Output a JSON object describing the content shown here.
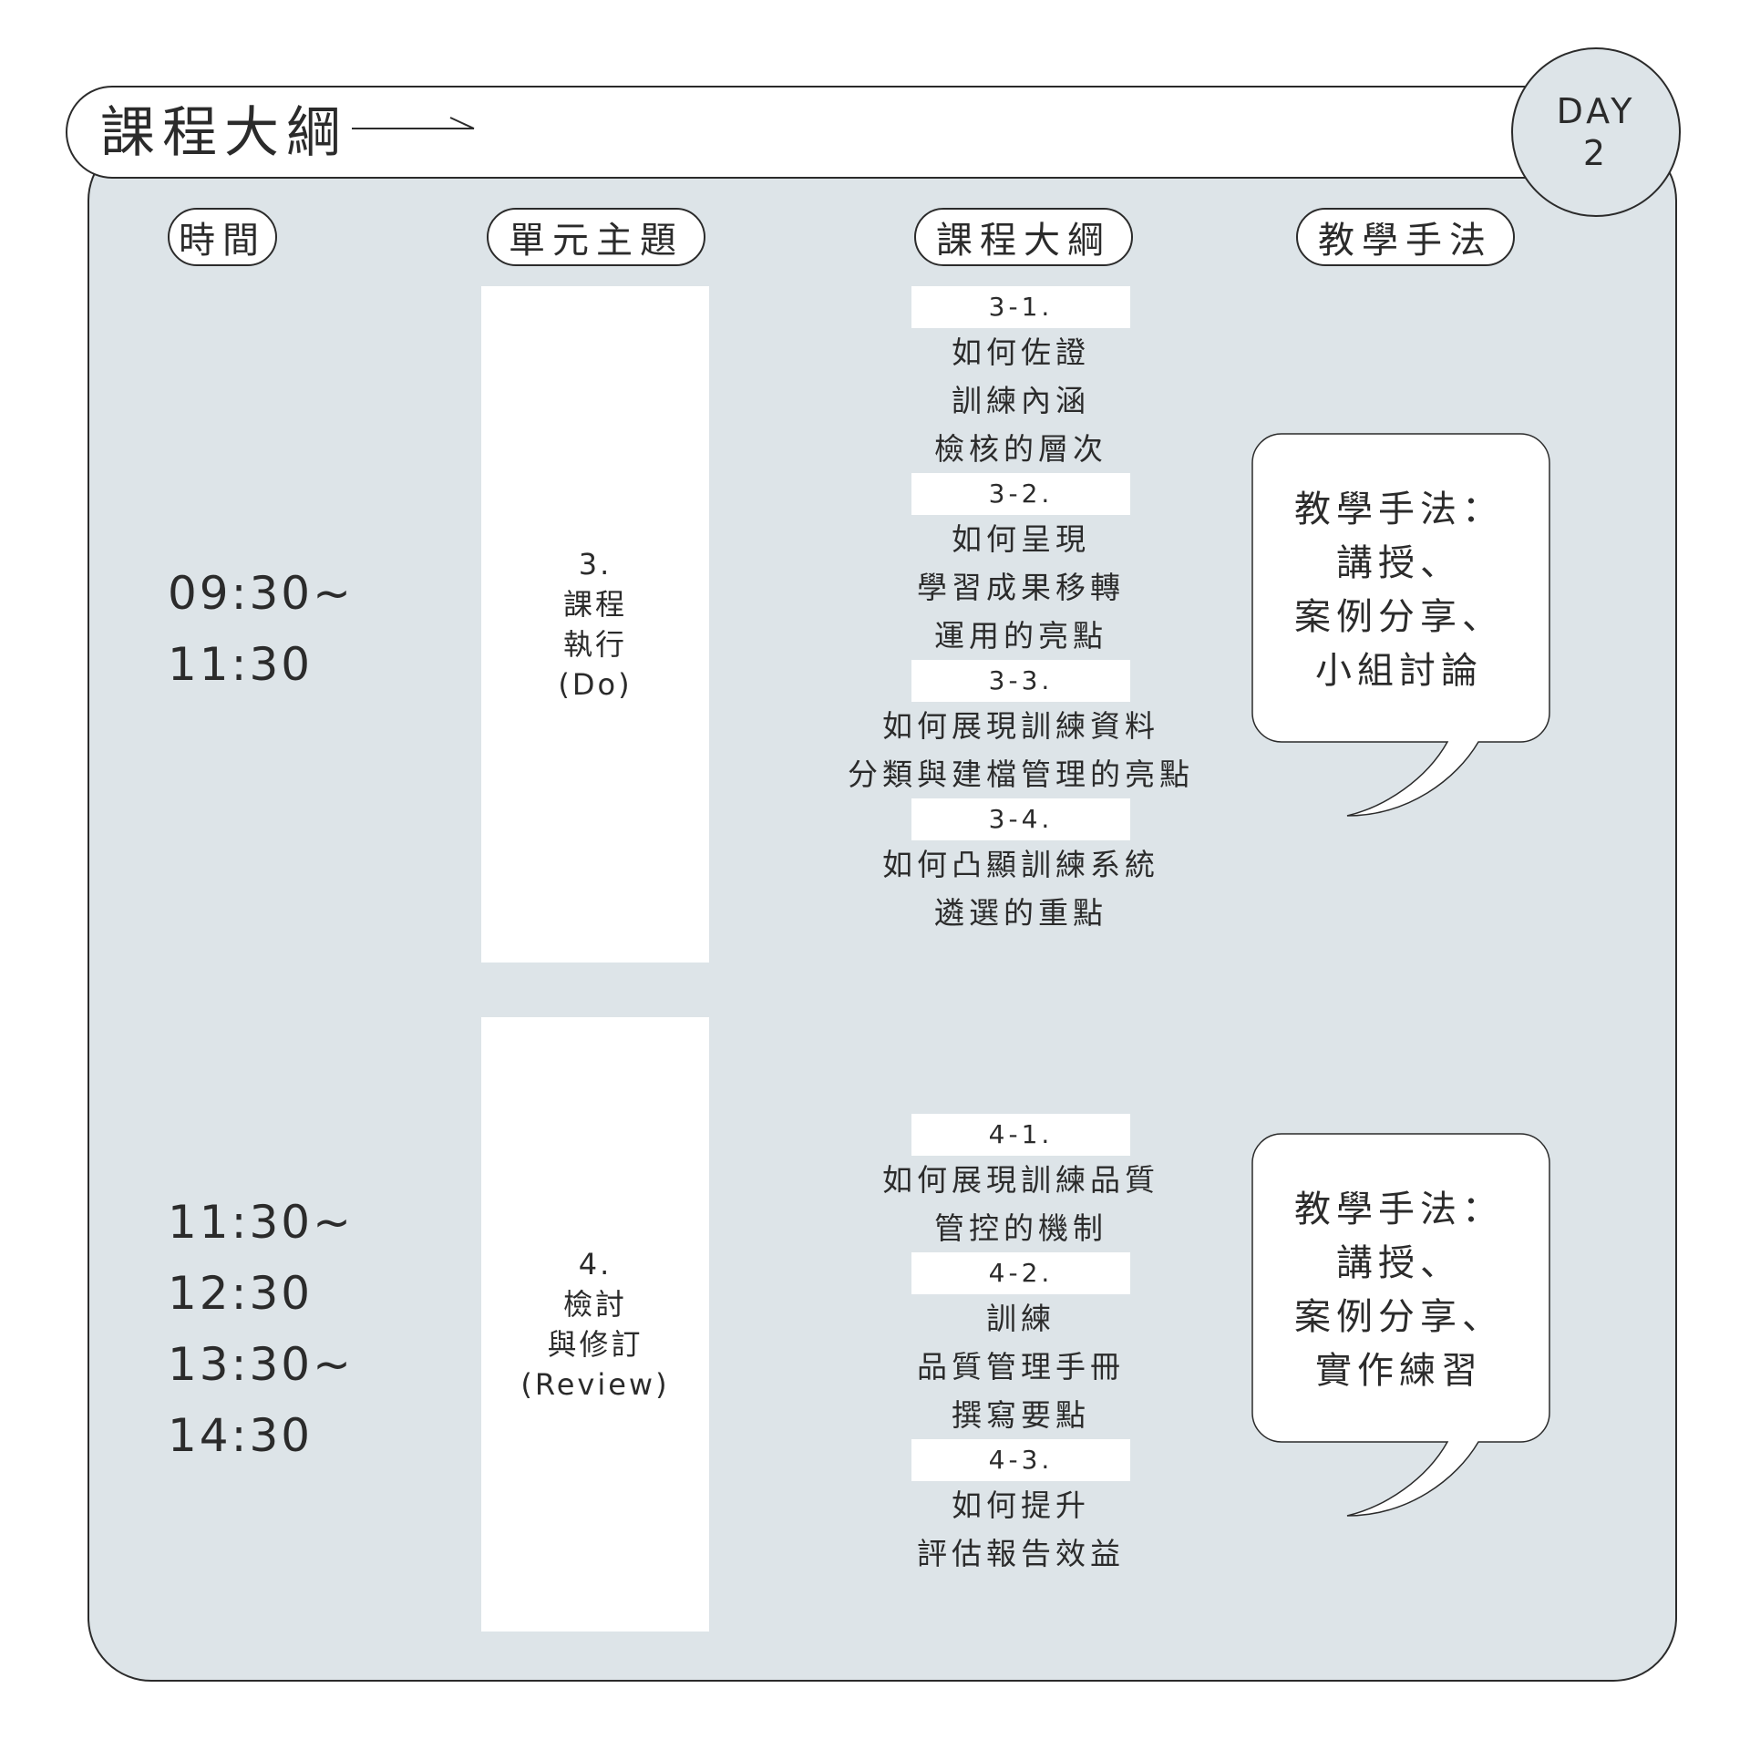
{
  "header": {
    "title": "課程大綱",
    "day_label": "DAY",
    "day_number": "2"
  },
  "columns": {
    "time": "時間",
    "topic": "單元主題",
    "outline": "課程大綱",
    "method": "教學手法"
  },
  "sessions": [
    {
      "time_lines": [
        "09:30~",
        "11:30"
      ],
      "topic_lines": [
        "3.",
        "課程",
        "執行",
        "(Do)"
      ],
      "outline": [
        {
          "num": "3-1.",
          "lines": [
            "如何佐證",
            "訓練內涵",
            "檢核的層次"
          ]
        },
        {
          "num": "3-2.",
          "lines": [
            "如何呈現",
            "學習成果移轉",
            "運用的亮點"
          ]
        },
        {
          "num": "3-3.",
          "lines": [
            "如何展現訓練資料",
            "分類與建檔管理的亮點"
          ]
        },
        {
          "num": "3-4.",
          "lines": [
            "如何凸顯訓練系統",
            "遴選的重點"
          ]
        }
      ],
      "method_lines": [
        "教學手法：",
        "講授、",
        "案例分享、",
        "小組討論"
      ]
    },
    {
      "time_lines": [
        "11:30~",
        "12:30",
        "13:30~",
        "14:30"
      ],
      "topic_lines": [
        "4.",
        "檢討",
        "與修訂",
        "(Review)"
      ],
      "outline": [
        {
          "num": "4-1.",
          "lines": [
            "如何展現訓練品質",
            "管控的機制"
          ]
        },
        {
          "num": "4-2.",
          "lines": [
            "訓練",
            "品質管理手冊",
            "撰寫要點"
          ]
        },
        {
          "num": "4-3.",
          "lines": [
            "如何提升",
            "評估報告效益"
          ]
        }
      ],
      "method_lines": [
        "教學手法：",
        "講授、",
        "案例分享、",
        "實作練習"
      ]
    }
  ]
}
